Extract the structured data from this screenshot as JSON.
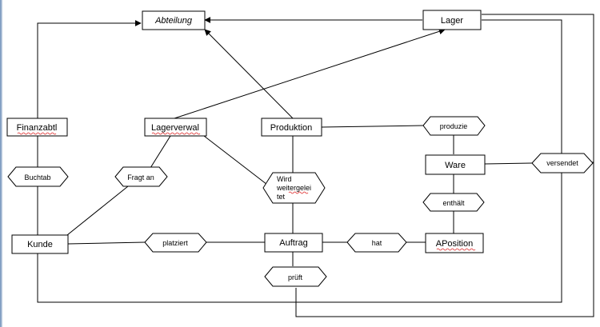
{
  "entities": {
    "abteilung": "Abteilung",
    "lager": "Lager",
    "finanzabtl": "Finanzabtl",
    "lagerverwal": "Lagerverwal",
    "produktion": "Produktion",
    "ware": "Ware",
    "kunde": "Kunde",
    "auftrag": "Auftrag",
    "aposition": "APosition"
  },
  "relationships": {
    "buchtab": "Buchtab",
    "fragtan": "Fragt an",
    "wird_1": "Wird",
    "wird_2": "weitergelei",
    "wird_3": "tet",
    "produzie": "produzie",
    "versendet": "versendet",
    "enthaelt": "enthält",
    "platziert": "platziert",
    "hat": "hat",
    "prueft": "prüft"
  },
  "colors": {
    "line": "#000000",
    "spellcheck": "#e03030",
    "window_edge": "#6e8fb8"
  }
}
